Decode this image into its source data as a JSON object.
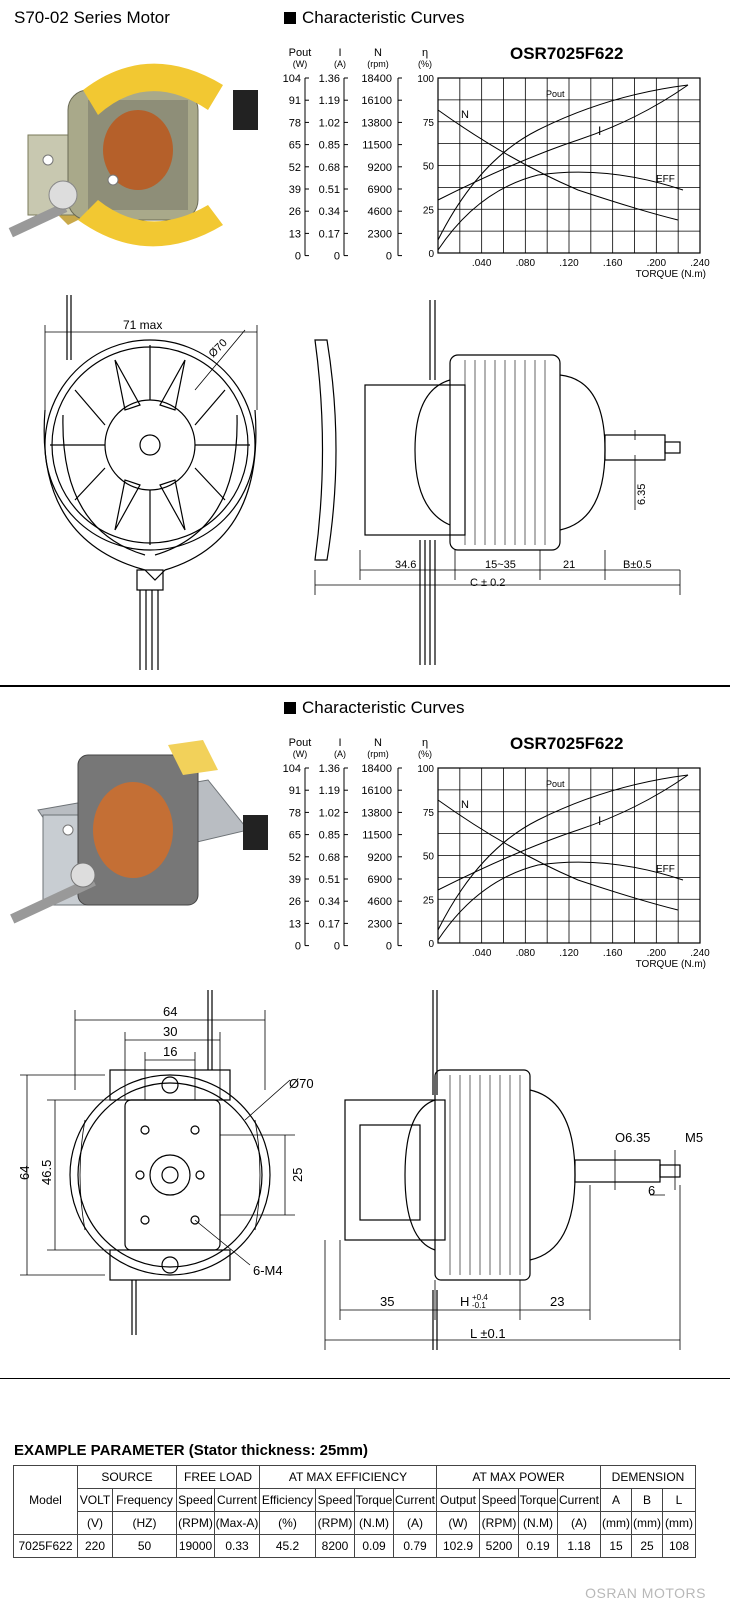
{
  "header": {
    "title": "S70-02 Series Motor"
  },
  "sections": [
    {
      "heading": "Characteristic Curves",
      "model": "OSR7025F622",
      "axis_heads": {
        "pout": [
          "Pout",
          "(W)"
        ],
        "current": [
          "I",
          "(A)"
        ],
        "speed": [
          "N",
          "(rpm)"
        ],
        "eff": [
          "η",
          "(%)"
        ]
      },
      "scale_rows": [
        [
          "104",
          "1.36",
          "18400"
        ],
        [
          "91",
          "1.19",
          "16100"
        ],
        [
          "78",
          "1.02",
          "13800"
        ],
        [
          "65",
          "0.85",
          "11500"
        ],
        [
          "52",
          "0.68",
          "9200"
        ],
        [
          "39",
          "0.51",
          "6900"
        ],
        [
          "26",
          "0.34",
          "4600"
        ],
        [
          "13",
          "0.17",
          "2300"
        ],
        [
          "0",
          "0",
          "0"
        ]
      ],
      "eff_ticks": [
        "100",
        "75",
        "50",
        "25",
        "0"
      ],
      "x_ticks": [
        ".040",
        ".080",
        ".120",
        ".160",
        ".200",
        ".240"
      ],
      "x_label": "TORQUE (N.m)",
      "curve_labels": {
        "pout": "Pout",
        "current": "I",
        "speed": "N",
        "eff": "EFF"
      }
    },
    {
      "heading": "Characteristic Curves",
      "model": "OSR7025F622",
      "axis_heads": {
        "pout": [
          "Pout",
          "(W)"
        ],
        "current": [
          "I",
          "(A)"
        ],
        "speed": [
          "N",
          "(rpm)"
        ],
        "eff": [
          "η",
          "(%)"
        ]
      },
      "scale_rows": [
        [
          "104",
          "1.36",
          "18400"
        ],
        [
          "91",
          "1.19",
          "16100"
        ],
        [
          "78",
          "1.02",
          "13800"
        ],
        [
          "65",
          "0.85",
          "11500"
        ],
        [
          "52",
          "0.68",
          "9200"
        ],
        [
          "39",
          "0.51",
          "6900"
        ],
        [
          "26",
          "0.34",
          "4600"
        ],
        [
          "13",
          "0.17",
          "2300"
        ],
        [
          "0",
          "0",
          "0"
        ]
      ],
      "eff_ticks": [
        "100",
        "75",
        "50",
        "25",
        "0"
      ],
      "x_ticks": [
        ".040",
        ".080",
        ".120",
        ".160",
        ".200",
        ".240"
      ],
      "x_label": "TORQUE (N.m)",
      "curve_labels": {
        "pout": "Pout",
        "current": "I",
        "speed": "N",
        "eff": "EFF"
      }
    }
  ],
  "drawing1": {
    "front_dims": {
      "width": "71 max",
      "diameter": "Ø70"
    },
    "side_dims": {
      "d1": "34.6",
      "d2": "15~35",
      "d3": "21",
      "d4": "B±0.5",
      "d5": "C ± 0.2",
      "shaft": "6.35"
    }
  },
  "drawing2": {
    "front_dims": {
      "w64": "64",
      "w30": "30",
      "w16": "16",
      "dia": "Ø70",
      "h64": "64",
      "h46": "46.5",
      "h25": "25",
      "holes": "6-M4"
    },
    "side_dims": {
      "shaft": "O6.35",
      "thread": "M5",
      "tip": "6",
      "d35": "35",
      "h": "H",
      "h_tol_top": "+0.4",
      "h_tol_bot": "-0.1",
      "d23": "23",
      "l": "L ±0.1"
    }
  },
  "params": {
    "title": "EXAMPLE PARAMETER",
    "subtitle": "(Stator thickness: 25mm)",
    "model_header": "Model",
    "groups": [
      "SOURCE",
      "FREE LOAD",
      "AT MAX EFFICIENCY",
      "AT MAX POWER",
      "DEMENSION"
    ],
    "columns": [
      "VOLT",
      "Frequency",
      "Speed",
      "Current",
      "Efficiency",
      "Speed",
      "Torque",
      "Current",
      "Output",
      "Speed",
      "Torque",
      "Current",
      "A",
      "B",
      "L"
    ],
    "units": [
      "(V)",
      "(HZ)",
      "(RPM)",
      "(Max-A)",
      "(%)",
      "(RPM)",
      "(N.M)",
      "(A)",
      "(W)",
      "(RPM)",
      "(N.M)",
      "(A)",
      "(mm)",
      "(mm)",
      "(mm)"
    ],
    "row": [
      "7025F622",
      "220",
      "50",
      "19000",
      "0.33",
      "45.2",
      "8200",
      "0.09",
      "0.79",
      "102.9",
      "5200",
      "0.19",
      "1.18",
      "15",
      "25",
      "108"
    ]
  },
  "footer": "OSRAN MOTORS"
}
